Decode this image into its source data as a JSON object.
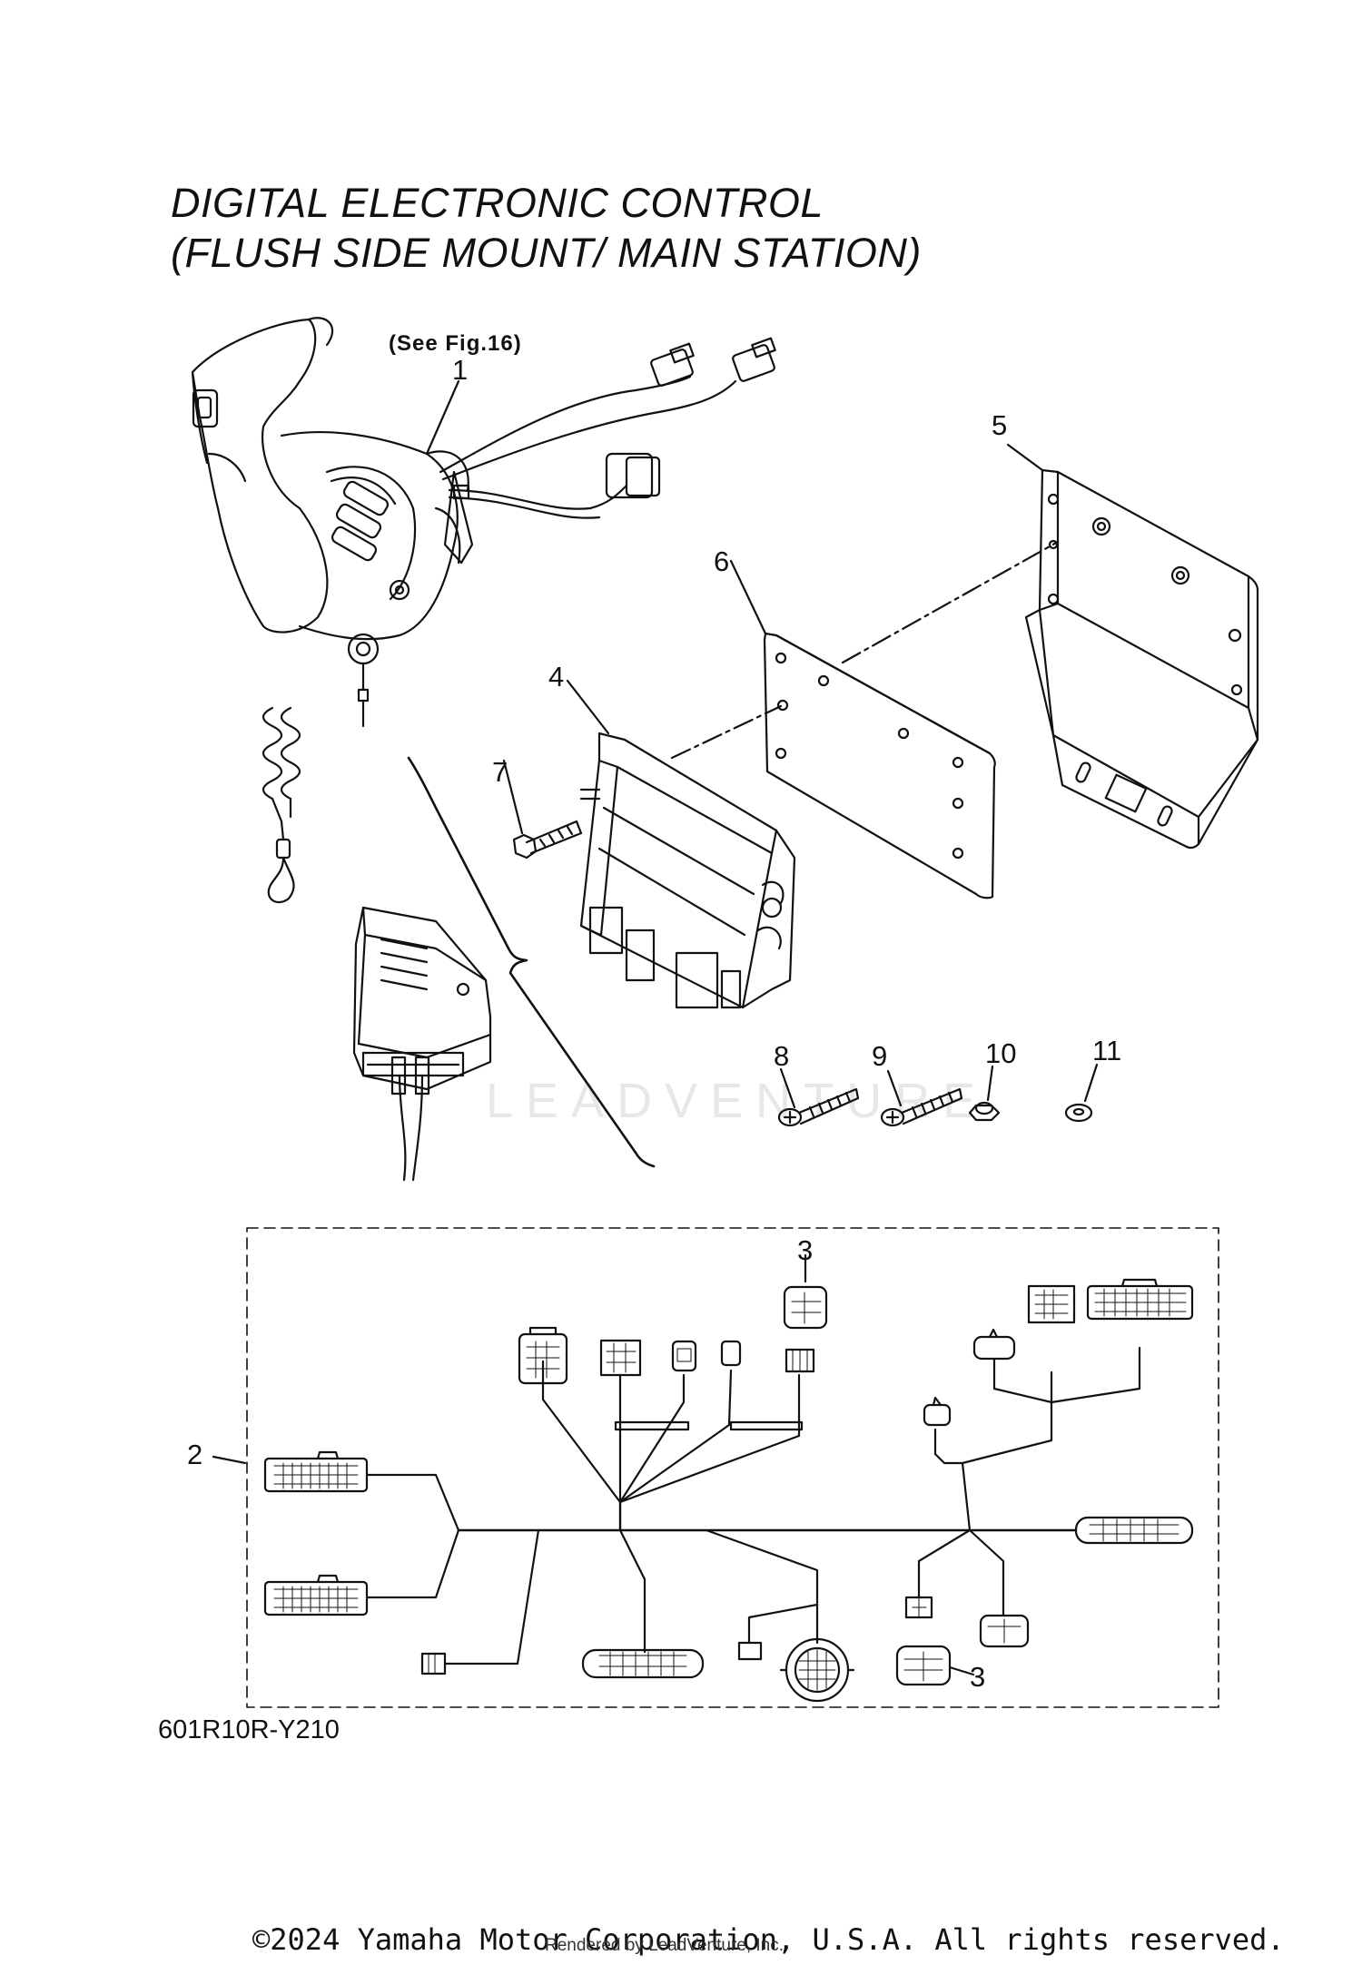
{
  "title": {
    "line1": "DIGITAL ELECTRONIC CONTROL",
    "line2": "(FLUSH SIDE MOUNT/ MAIN STATION)"
  },
  "reference_note": "(See Fig.16)",
  "callouts": {
    "c1": "1",
    "c2": "2",
    "c3a": "3",
    "c3b": "3",
    "c4": "4",
    "c5": "5",
    "c6": "6",
    "c7": "7",
    "c8": "8",
    "c9": "9",
    "c10": "10",
    "c11": "11"
  },
  "diagram_code": "601R10R-Y210",
  "watermark": "LEADVENTURE",
  "copyright": "©2024 Yamaha Motor Corporation, U.S.A. All rights reserved.",
  "rendered_by": "Rendered by LeadVenture, Inc."
}
